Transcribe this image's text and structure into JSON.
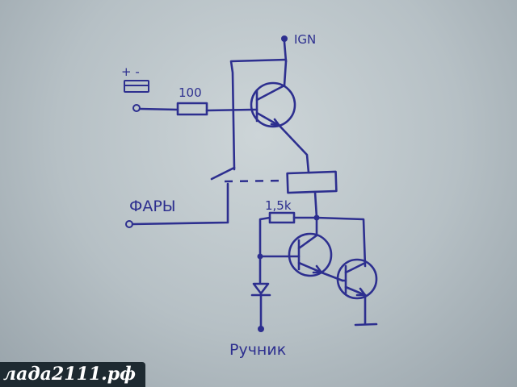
{
  "labels": {
    "ign": "IGN",
    "battery_polarity": "+ -",
    "resistor_top": "100",
    "headlights": "ФАРЫ",
    "resistor_bottom": "1,5k",
    "handbrake": "Ручник"
  },
  "watermark": "лада2111.рф",
  "colors": {
    "ink": "#2d2f8f",
    "paper": "#c4ccd0",
    "watermark_bg": "#1e2a31"
  }
}
